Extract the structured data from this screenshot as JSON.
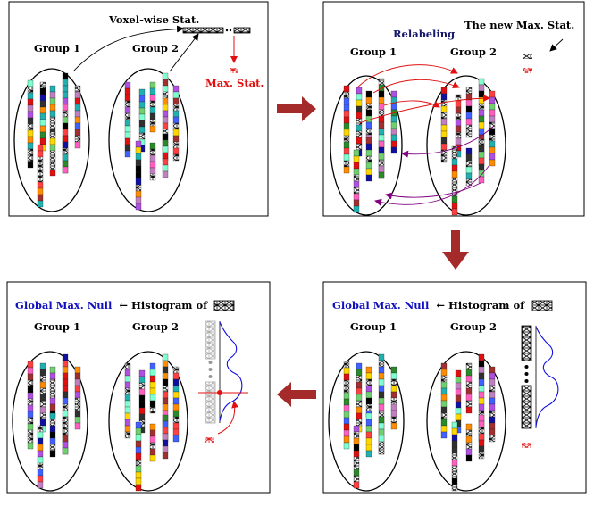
{
  "panels": {
    "top_left": {
      "title": "Voxel-wise Stat.",
      "group1": "Group 1",
      "group2": "Group 2",
      "max_stat": "Max. Stat."
    },
    "top_right": {
      "relabeling": "Relabeling",
      "new_max": "The new Max. Stat.",
      "group1": "Group 1",
      "group2": "Group 2"
    },
    "bottom_right": {
      "title_blue": "Global Max. Null",
      "title_rest": "← Histogram of",
      "group1": "Group 1",
      "group2": "Group 2"
    },
    "bottom_left": {
      "title_blue": "Global Max. Null",
      "title_rest": "← Histogram of",
      "group1": "Group 1",
      "group2": "Group 2"
    }
  },
  "colors": {
    "flow_arrow": "#a52a2a",
    "accent_red": "#e01010",
    "accent_blue": "#1010c0",
    "purple": "#800080"
  }
}
